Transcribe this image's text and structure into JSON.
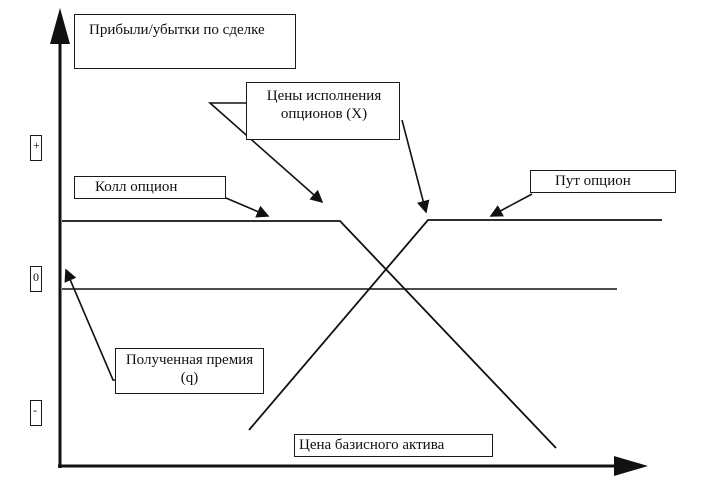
{
  "labels": {
    "y_axis_title": "Прибыли/убытки по сделке",
    "strike_prices": "Цены исполнения опционов (X)",
    "call_option": "Колл опцион",
    "put_option": "Пут опцион",
    "premium": "Полученная премия (q)",
    "x_axis_title": "Цена базисного актива"
  },
  "y_ticks": {
    "plus": "+",
    "zero": "0",
    "minus": "-"
  },
  "colors": {
    "ink": "#111111",
    "background": "#ffffff"
  }
}
